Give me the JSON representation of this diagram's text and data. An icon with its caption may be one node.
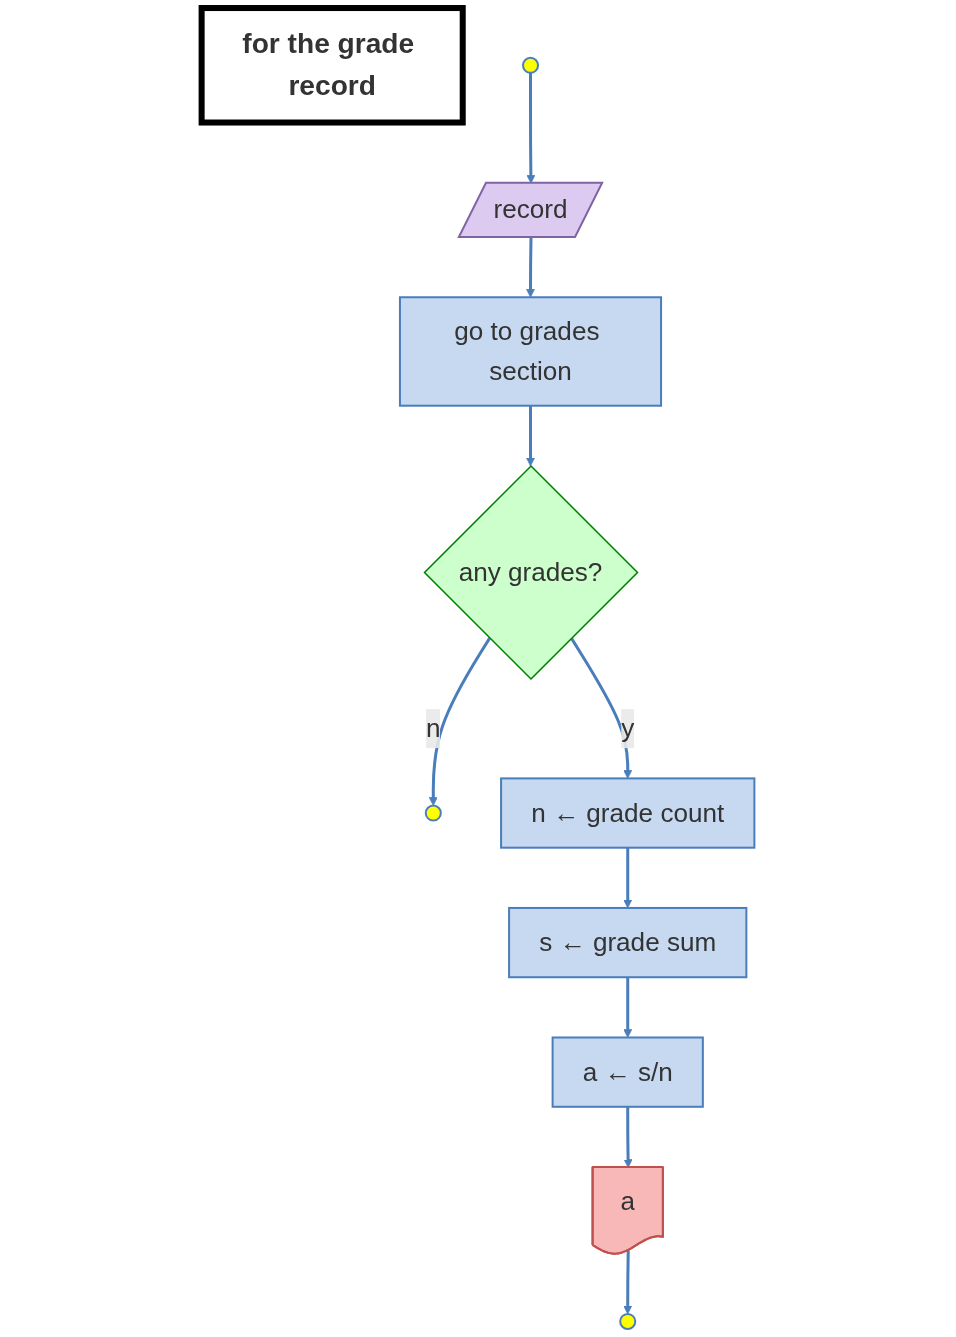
{
  "diagram": {
    "nodes": [
      {
        "text": [
          "for the grade record"
        ]
      },
      {
        "text": [],
        "shape": "circle"
      },
      {
        "text": [
          "record"
        ]
      },
      {
        "text": [
          "go to grades section"
        ]
      },
      {
        "text": [
          "any grades?"
        ]
      },
      {
        "text": [],
        "shape": "circle"
      },
      {
        "text": [
          "n ← grade count"
        ]
      },
      {
        "text": [
          "s ← grade sum"
        ]
      },
      {
        "text": [
          "a ← s/n"
        ]
      },
      {
        "text": [
          "a"
        ]
      },
      {
        "text": [],
        "shape": "circle"
      }
    ],
    "edges": [
      {
        "from": 1,
        "to": 2,
        "arrow": "to"
      },
      {
        "from": 2,
        "to": 3,
        "arrow": "to"
      },
      {
        "from": 3,
        "to": 4,
        "arrow": "to"
      },
      {
        "from": 4,
        "to": 6,
        "label": "y",
        "arrow": "to"
      },
      {
        "from": 4,
        "to": 5,
        "label": "n",
        "arrow": "to"
      },
      {
        "from": 6,
        "to": 7,
        "arrow": "to"
      },
      {
        "from": 7,
        "to": 8,
        "arrow": "to"
      },
      {
        "from": 8,
        "to": 9,
        "arrow": "to"
      },
      {
        "from": 9,
        "to": 10,
        "arrow": "to"
      }
    ]
  }
}
